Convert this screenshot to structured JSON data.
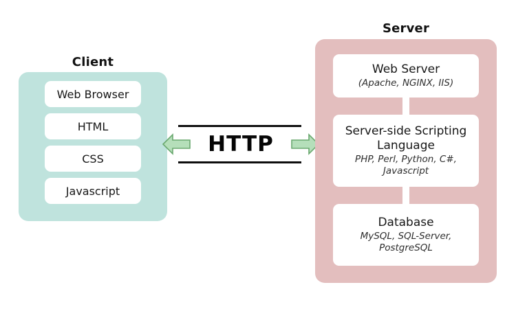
{
  "diagram": {
    "title_client": "Client",
    "title_server": "Server",
    "protocol_label": "HTTP",
    "colors": {
      "client_panel": "#bfe3dd",
      "server_panel": "#e3bebe",
      "card": "#ffffff",
      "arrow_fill": "#b5dfba",
      "arrow_stroke": "#6aa86f",
      "rule": "#0d0d0d",
      "text": "#161616",
      "background": "#ffffff"
    }
  },
  "client": {
    "title": "Client",
    "items": [
      {
        "title": "Web Browser"
      },
      {
        "title": "HTML"
      },
      {
        "title": "CSS"
      },
      {
        "title": "Javascript"
      }
    ]
  },
  "server": {
    "title": "Server",
    "items": [
      {
        "title": "Web Server",
        "subtitle": "(Apache, NGINX, IIS)"
      },
      {
        "title": "Server-side Scripting Language",
        "subtitle": "PHP, Perl, Python, C#, Javascript"
      },
      {
        "title": "Database",
        "subtitle": "MySQL, SQL-Server, PostgreSQL"
      }
    ]
  },
  "connection": {
    "label": "HTTP",
    "arrow_left_name": "arrow-left-icon",
    "arrow_right_name": "arrow-right-icon"
  }
}
